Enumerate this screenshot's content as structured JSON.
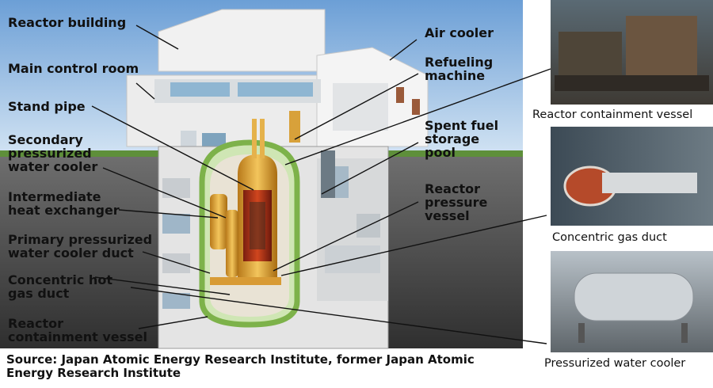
{
  "labels": {
    "reactor_building": "Reactor building",
    "main_control_room": "Main control room",
    "stand_pipe": "Stand pipe",
    "secondary_cooler": "Secondary\npressurized\nwater cooler",
    "intermediate_hx": "Intermediate\nheat exchanger",
    "primary_cooler_duct": "Primary pressurized\nwater cooler duct",
    "concentric_hot_duct": "Concentric hot\ngas duct",
    "reactor_containment_left": "Reactor\ncontainment vessel",
    "air_cooler": "Air cooler",
    "refueling_machine": "Refueling\nmachine",
    "spent_fuel_pool": "Spent fuel\nstorage\npool",
    "reactor_pressure_vessel": "Reactor\npressure\nvessel"
  },
  "photos": {
    "containment": "Reactor containment vessel",
    "gas_duct": "Concentric gas duct",
    "water_cooler": "Pressurized water cooler"
  },
  "source": "Source: Japan Atomic Energy Research Institute, former Japan Atomic Energy Research Institute"
}
